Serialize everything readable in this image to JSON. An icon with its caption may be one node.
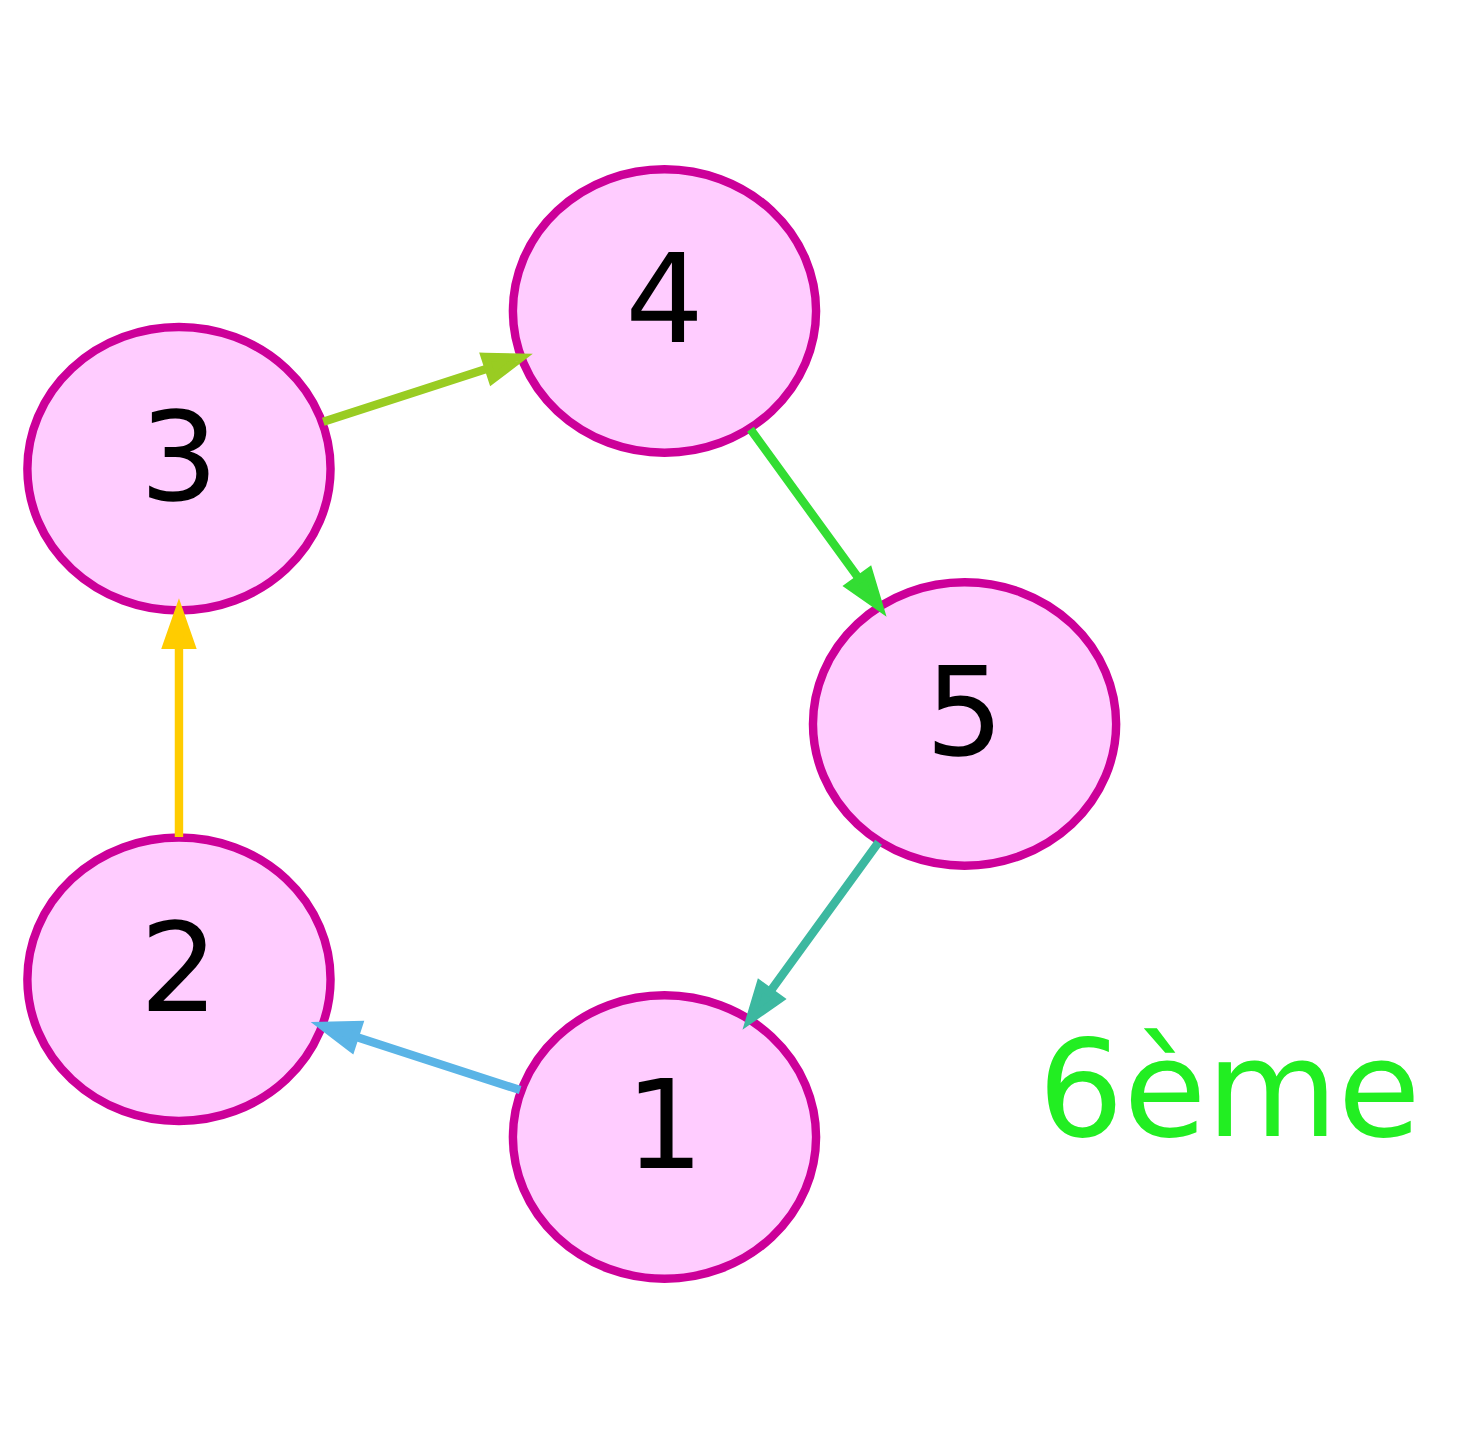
{
  "diagram": {
    "nodes": [
      {
        "text": [
          "1"
        ]
      },
      {
        "text": [
          "2"
        ]
      },
      {
        "text": [
          "3"
        ]
      },
      {
        "text": [
          "4"
        ]
      },
      {
        "text": [
          "5"
        ]
      }
    ],
    "edges": [
      {
        "from": 0,
        "to": 1,
        "arrow": "to",
        "color": "#5ab4e6"
      },
      {
        "from": 1,
        "to": 2,
        "arrow": "to",
        "color": "#ffcc00"
      },
      {
        "from": 2,
        "to": 3,
        "arrow": "to",
        "color": "#99cc22"
      },
      {
        "from": 3,
        "to": 4,
        "arrow": "to",
        "color": "#33dd33"
      },
      {
        "from": 4,
        "to": 0,
        "arrow": "to",
        "color": "#3cb8a0"
      }
    ],
    "labels": [
      "6ème"
    ]
  }
}
